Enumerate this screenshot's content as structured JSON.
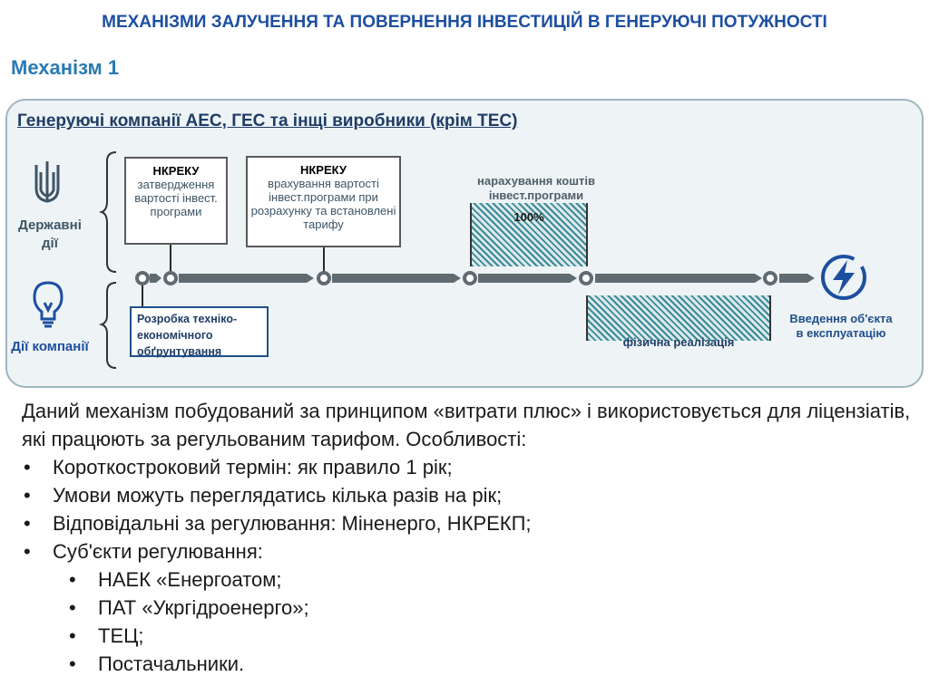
{
  "title": "МЕХАНІЗМИ ЗАЛУЧЕННЯ ТА ПОВЕРНЕННЯ ІНВЕСТИЦІЙ В ГЕНЕРУЮЧІ ПОТУЖНОСТІ",
  "mechanism": "Механізм 1",
  "diagram": {
    "company_title": "Генеруючі компанії АЕС, ГЕС та інщі виробники (крім ТЕС)",
    "state_actions": "Державні дії",
    "company_actions": "Дії компанії",
    "box1": {
      "header": "НКРЕКУ",
      "text": "затвердження вартості інвест. програми"
    },
    "box2": {
      "header": "НКРЕКУ",
      "text": "врахування вартості інвест.програми при розрахунку та встановлені тарифу"
    },
    "accrual": "нарахування коштів інвест.програми",
    "percent": "100%",
    "feasibility": "Розробка техніко-економічного обґрунтування",
    "physical": "фізична реалізація",
    "commissioning": "Введення об'єкта в експлуатацію",
    "colors": {
      "accent": "#1d4fa0",
      "arrow": "#5f6b70",
      "hatch": "#3b8a97"
    },
    "icons": [
      "trident-icon",
      "lightbulb-icon",
      "coins-icon",
      "worker-icon",
      "lightning-icon"
    ]
  },
  "body": {
    "intro": "Даний механізм побудований за принципом «витрати плюс» і використовується для ліцензіатів, які працюють за регульованим тарифом. Особливості:",
    "bullets": [
      "Короткостроковий термін: як правило 1 рік;",
      "Умови можуть переглядатись кілька разів на рік;",
      "Відповідальні за регулювання: Міненерго, НКРЕКП;",
      "Суб'єкти регулювання:"
    ],
    "sub_bullets": [
      "НАЕК «Енергоатом;",
      "ПАТ «Укргідроенерго»;",
      "ТЕЦ;",
      "Постачальники."
    ]
  }
}
